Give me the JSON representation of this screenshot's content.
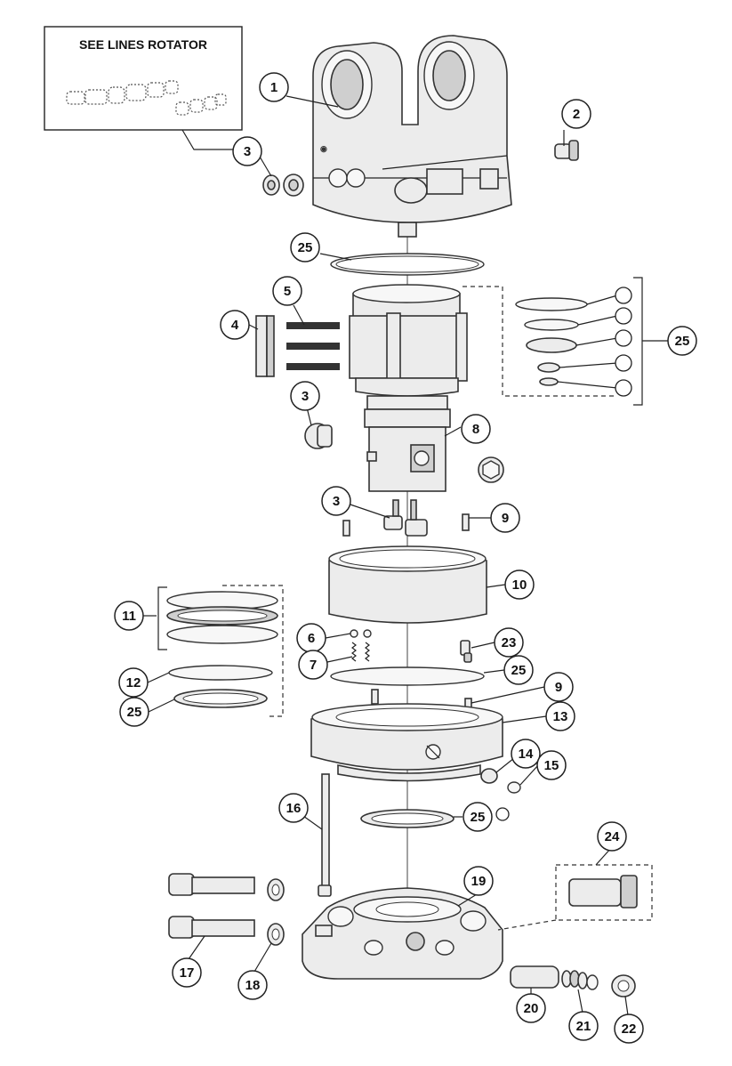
{
  "inset": {
    "title": "SEE LINES ROTATOR"
  },
  "callouts": [
    "1",
    "2",
    "3",
    "25",
    "5",
    "4",
    "25",
    "3",
    "8",
    "3",
    "9",
    "10",
    "11",
    "6",
    "23",
    "7",
    "25",
    "12",
    "9",
    "25",
    "13",
    "14",
    "15",
    "16",
    "25",
    "24",
    "19",
    "17",
    "18",
    "20",
    "21",
    "22"
  ],
  "colors": {
    "ink": "#222222",
    "fill": "#ececec",
    "shade": "#cfcfcf"
  }
}
